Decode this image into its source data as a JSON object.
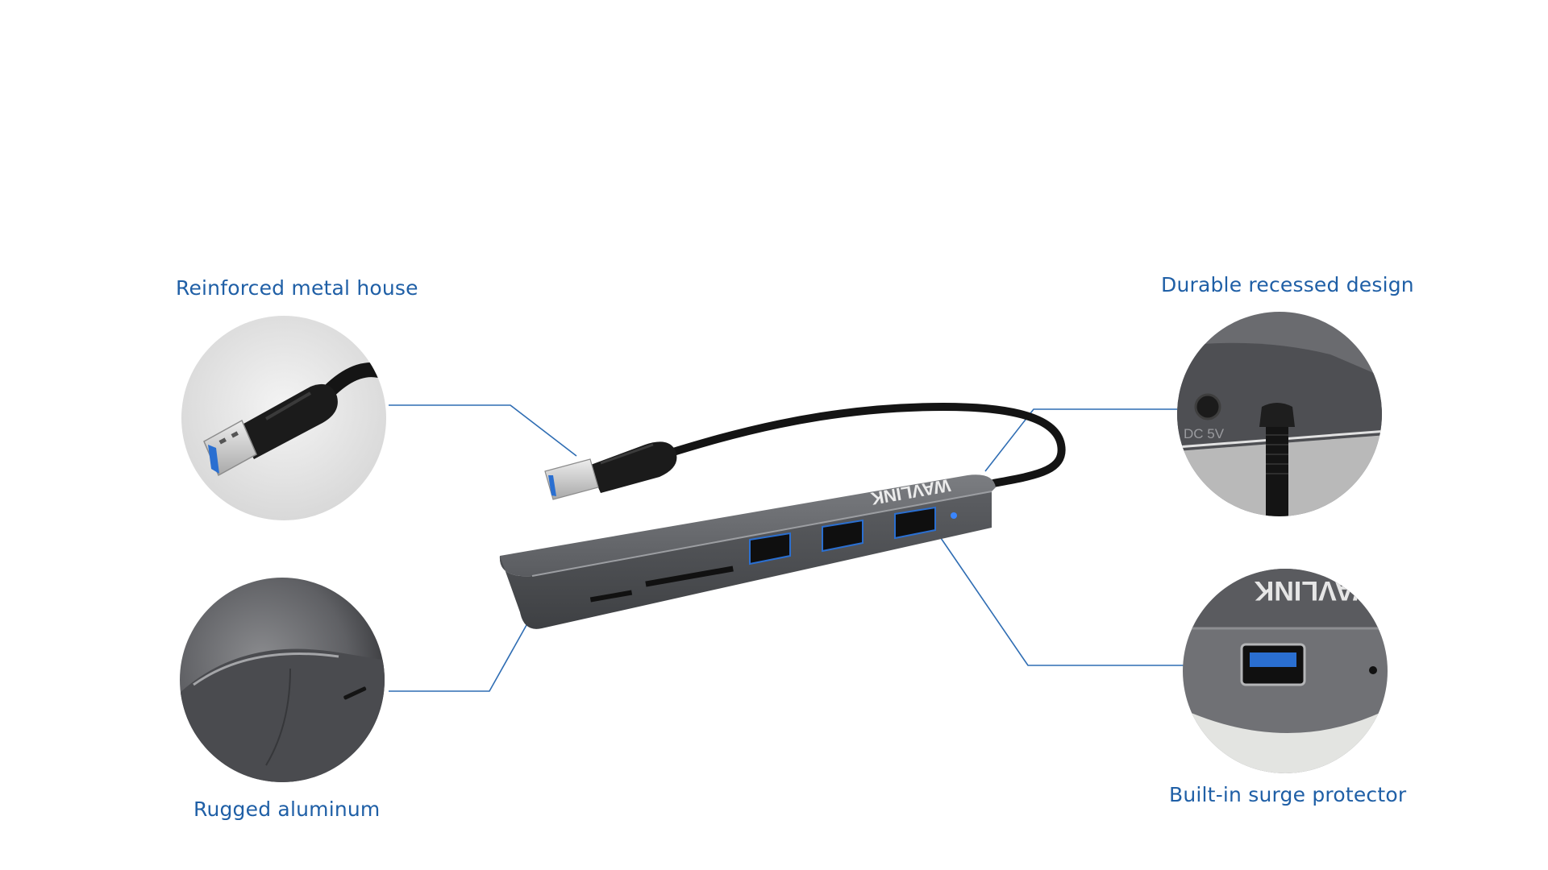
{
  "captions": {
    "top_left": "Reinforced metal house",
    "bottom_left": "Rugged aluminum",
    "top_right": "Durable recessed design",
    "bottom_right": "Built-in surge protector"
  },
  "product": {
    "brand_mark": "WAVLINK",
    "dc_label": "DC 5V"
  },
  "colors": {
    "caption": "#1f5fa6",
    "callout_line": "#2f6db3",
    "hub_body": "#5d5f63",
    "usb_blue": "#2a6fd1",
    "led": "#3a86ff"
  },
  "icons": {
    "usb_plug": "usb-plug-icon",
    "usb_port": "usb-port-icon",
    "led": "led-indicator-icon"
  }
}
